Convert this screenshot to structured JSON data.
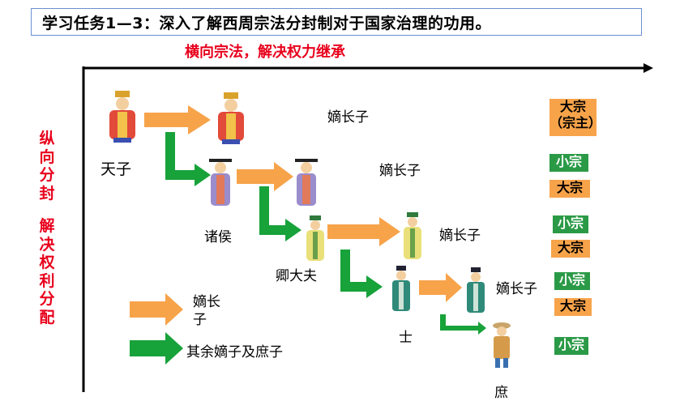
{
  "header": {
    "task_title": "学习任务1—3：深入了解西周宗法分封制对于国家治理的功用。",
    "horizontal_title": "横向宗法，解决权力继承"
  },
  "vertical_label": {
    "text": "纵向分封 解决权利分配",
    "chars_top": [
      "纵",
      "向",
      "分",
      "封"
    ],
    "chars_bottom": [
      "解",
      "决",
      "权",
      "利",
      "分",
      "配"
    ]
  },
  "ranks": {
    "tianzi": "天子",
    "zhuhou": "诸侯",
    "qingdafu": "卿大夫",
    "shi": "士",
    "shu": "庶"
  },
  "eldest_son_labels": [
    "嫡长子",
    "嫡长子",
    "嫡长子",
    "嫡长子"
  ],
  "badges": {
    "dazong_zongzhu": "大宗\n（宗主）",
    "xiaozong": "小宗",
    "dazong": "大宗"
  },
  "legend": {
    "orange_label": "嫡长子",
    "green_label": "其余嫡子及庶子"
  },
  "colors": {
    "orange_arrow": "#f7a34a",
    "green_arrow": "#18a23a",
    "red_text": "#e8001c"
  }
}
